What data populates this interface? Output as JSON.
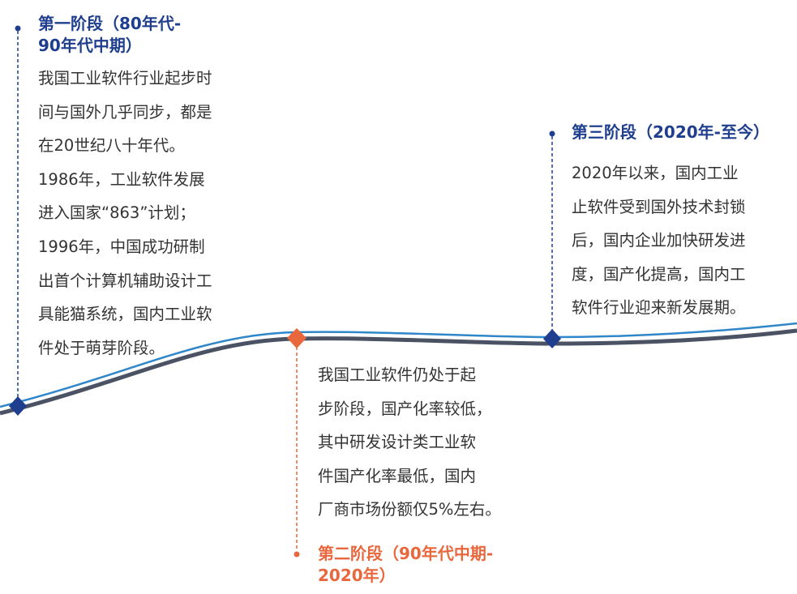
{
  "colors": {
    "stage_blue": "#1f3f8e",
    "stage_orange": "#e8673c",
    "curve_dark": "#4a5264",
    "curve_light": "#2f86c8",
    "body_text": "#333333"
  },
  "stages": [
    {
      "title_lines": [
        "第一阶段（80年代-",
        "90年代中期）"
      ],
      "body_lines": [
        "我国工业软件行业起步时",
        "间与国外几乎同步，都是",
        "在20世纪八十年代。",
        "1986年，工业软件发展",
        "进入国家“863”计划；",
        "1996年，中国成功研制",
        "出首个计算机辅助设计工",
        "具能猫系统，国内工业软",
        "件处于萌芽阶段。"
      ],
      "marker_icon": "diamond-marker-icon",
      "accent": "#1f3f8e"
    },
    {
      "title_lines": [
        "第二阶段（90年代中期-",
        "2020年）"
      ],
      "body_lines": [
        "我国工业软件仍处于起",
        "步阶段，国产化率较低，",
        "其中研发设计类工业软",
        "件国产化率最低，国内",
        "厂商市场份额仅5%左右。"
      ],
      "marker_icon": "diamond-marker-icon",
      "accent": "#e8673c"
    },
    {
      "title_lines": [
        "第三阶段（2020年-至今）"
      ],
      "body_lines": [
        "2020年以来，国内工业",
        "止软件受到国外技术封锁",
        "后，国内企业加快研发进",
        "度，国产化提高，国内工",
        "软件行业迎来新发展期。"
      ],
      "marker_icon": "diamond-marker-icon",
      "accent": "#1f3f8e"
    }
  ]
}
